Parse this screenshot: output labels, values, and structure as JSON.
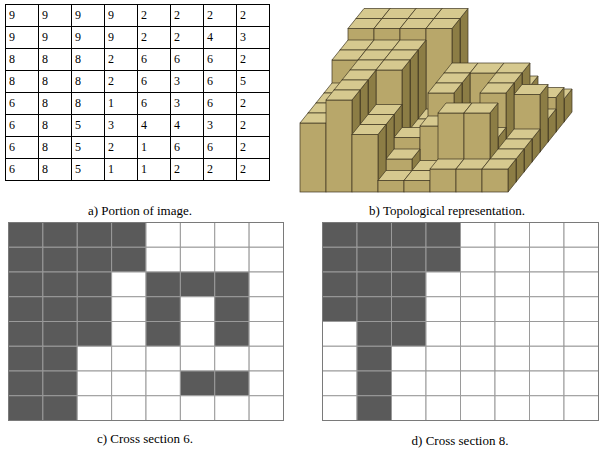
{
  "diagram": {
    "labels": [
      "9",
      "9",
      "9",
      "9",
      "2",
      "2",
      "2",
      "2",
      "9",
      "9",
      "9",
      "9",
      "2",
      "2",
      "4",
      "3",
      "8",
      "8",
      "8",
      "2",
      "6",
      "6",
      "6",
      "2",
      "8",
      "8",
      "8",
      "2",
      "6",
      "3",
      "6",
      "5",
      "6",
      "8",
      "8",
      "1",
      "6",
      "3",
      "6",
      "2",
      "6",
      "8",
      "5",
      "3",
      "4",
      "4",
      "3",
      "2",
      "6",
      "8",
      "5",
      "2",
      "1",
      "6",
      "6",
      "2",
      "6",
      "8",
      "5",
      "1",
      "1",
      "2",
      "2",
      "2",
      "a) Portion of image.",
      "b) Topological representation.",
      "c) Cross section 6.",
      "d) Cross section 8."
    ]
  }
}
